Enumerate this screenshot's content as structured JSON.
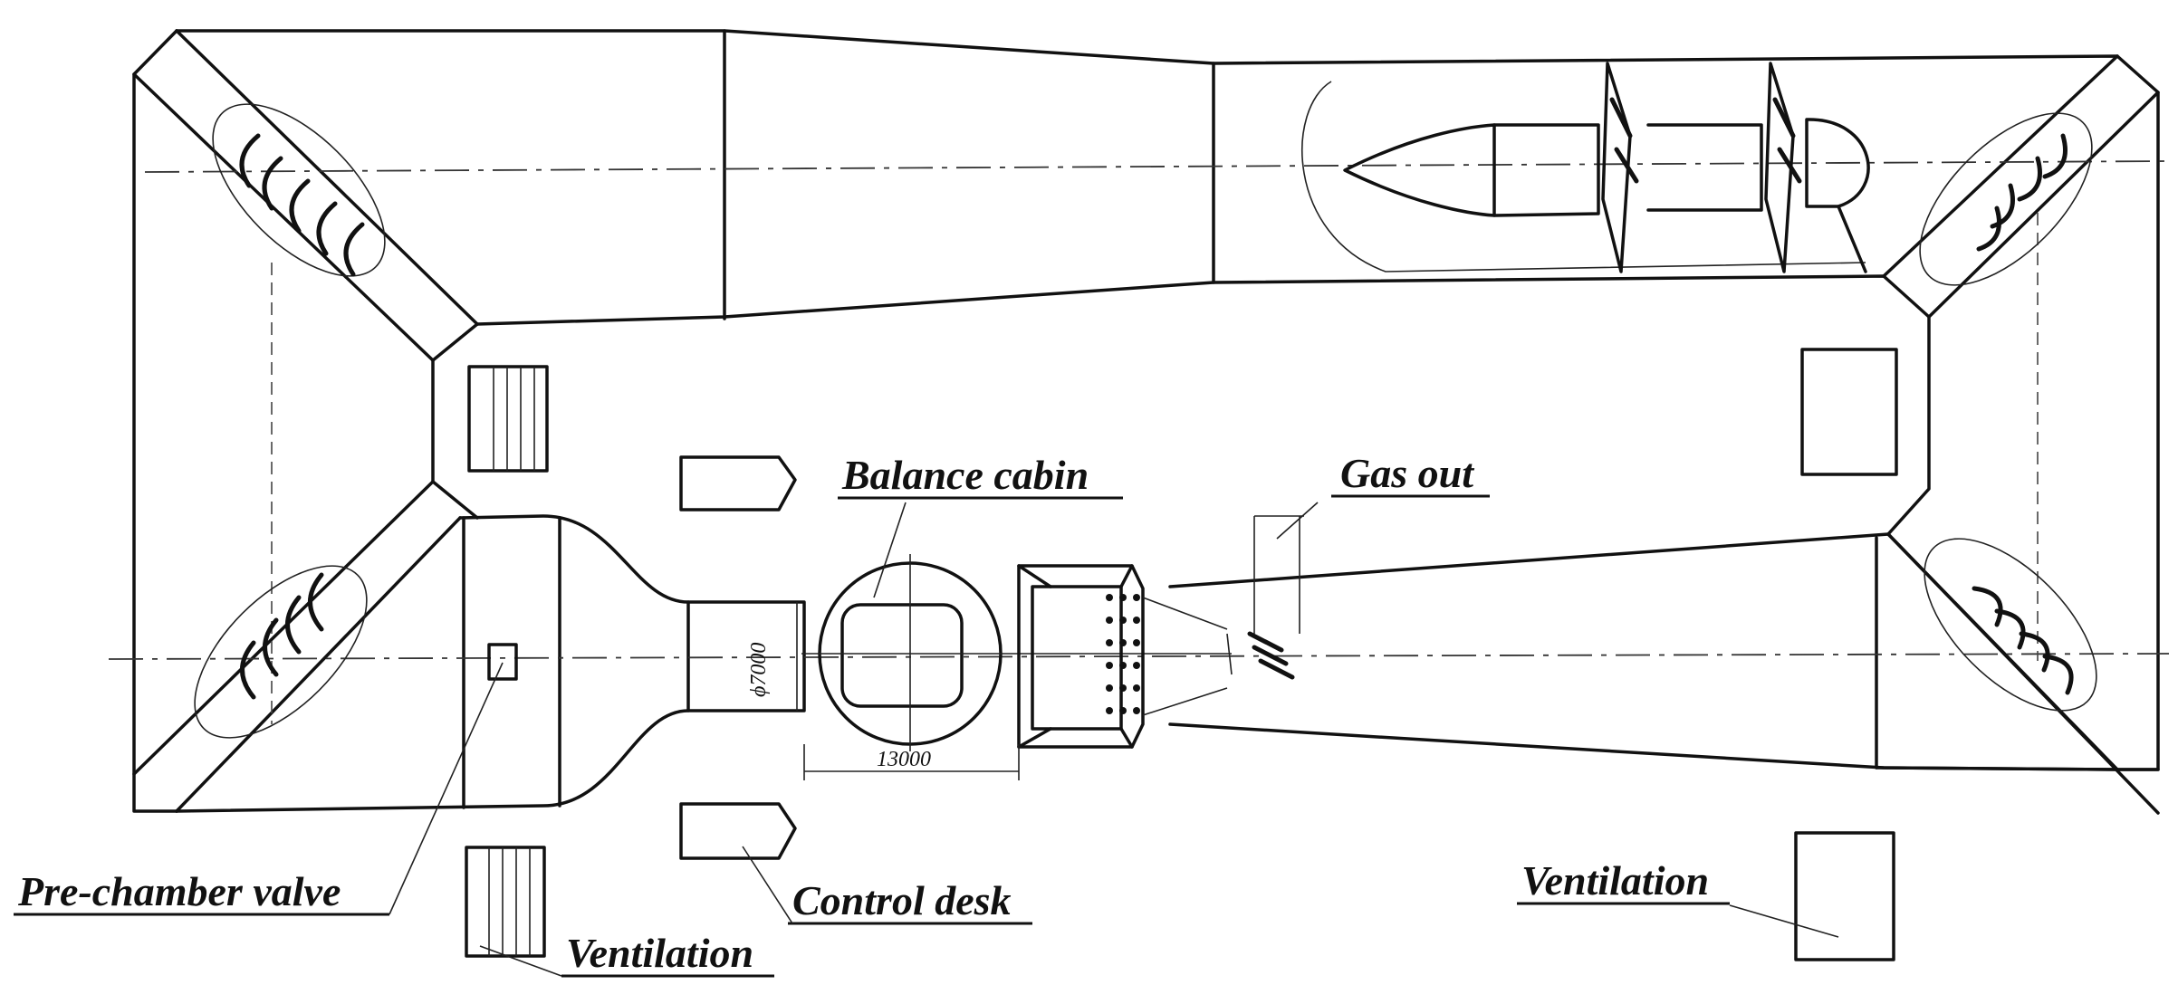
{
  "labels": {
    "balance_cabin": "Balance cabin",
    "gas_out": "Gas out",
    "pre_chamber_valve": "Pre-chamber valve",
    "control_desk": "Control desk",
    "ventilation_left": "Ventilation",
    "ventilation_right": "Ventilation"
  },
  "dimensions": {
    "nozzle_diameter": "ϕ7000",
    "test_section_length": "13000"
  }
}
